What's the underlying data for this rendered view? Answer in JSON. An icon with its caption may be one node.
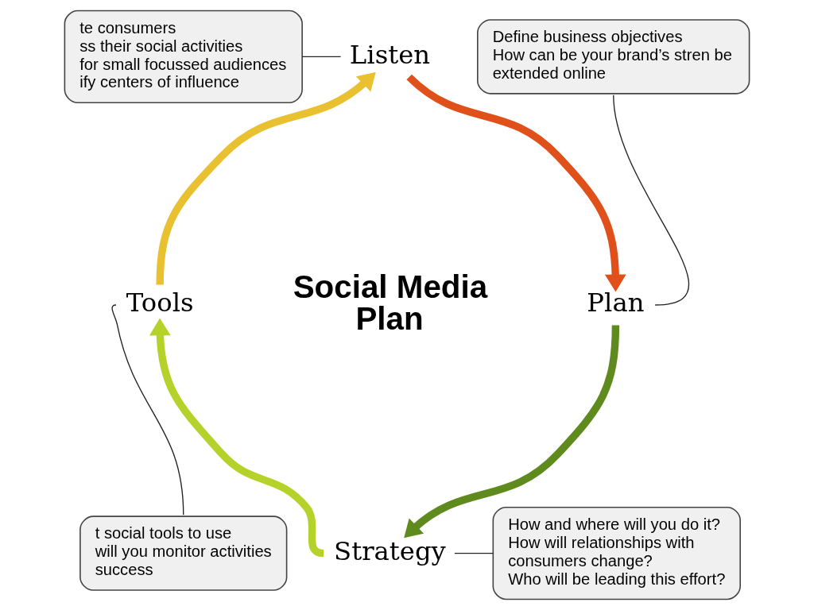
{
  "diagram": {
    "nodes": [
      {
        "text": [
          "te consumers",
          "ss their social activities",
          "for small focussed audiences",
          "ify centers of influence"
        ]
      },
      {
        "text": [
          "Listen"
        ]
      },
      {
        "text": [
          "Define business objectives",
          "How can be your brand’s stren be extended online"
        ]
      },
      {
        "text": [
          "Social Media Plan"
        ]
      },
      {
        "text": [
          "Tools"
        ]
      },
      {
        "text": [
          "Plan"
        ]
      },
      {
        "text": [
          "t social tools to use",
          "will you monitor activities success"
        ]
      },
      {
        "text": [
          "Strategy"
        ]
      },
      {
        "text": [
          "How and where will you do it?",
          "How will relationships with consumers change?",
          "Who will be leading this effort?"
        ]
      }
    ],
    "edges": [
      {
        "from": 0,
        "to": 1,
        "arrow": "none"
      },
      {
        "from": 5,
        "to": 2,
        "arrow": "none"
      },
      {
        "from": 4,
        "to": 6,
        "arrow": "none"
      },
      {
        "from": 7,
        "to": 8,
        "arrow": "none"
      },
      {
        "from": 1,
        "to": 5,
        "arrow": "to",
        "style": "thick",
        "color": "#e0501a"
      },
      {
        "from": 5,
        "to": 7,
        "arrow": "to",
        "style": "thick",
        "color": "#5f8a1e"
      },
      {
        "from": 7,
        "to": 4,
        "arrow": "to",
        "style": "thick",
        "color": "#b5d22a"
      },
      {
        "from": 4,
        "to": 1,
        "arrow": "to",
        "style": "thick",
        "color": "#e8c030"
      }
    ]
  }
}
